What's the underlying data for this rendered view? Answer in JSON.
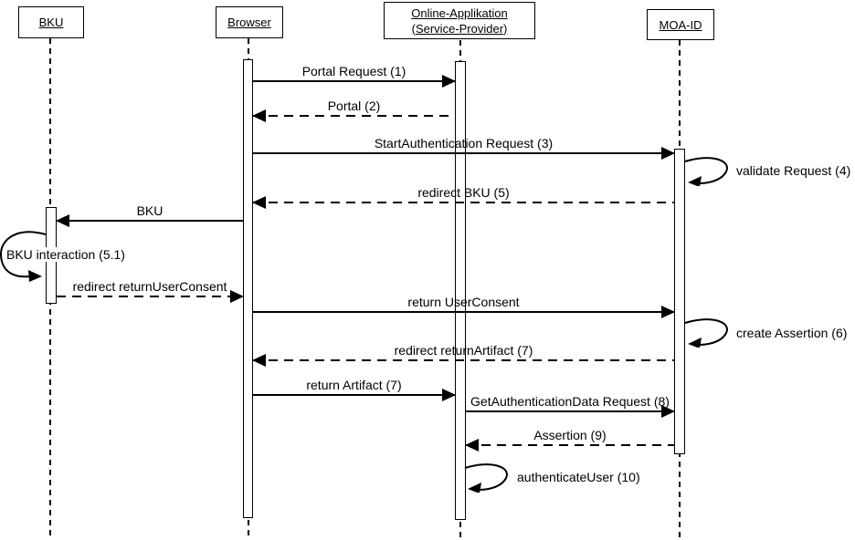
{
  "diagram_type": "uml-sequence",
  "actors": [
    {
      "id": "bku",
      "label": "BKU"
    },
    {
      "id": "browser",
      "label": "Browser"
    },
    {
      "id": "online_app",
      "label": "Online-Applikation (Service-Provider)"
    },
    {
      "id": "moa_id",
      "label": "MOA-ID"
    }
  ],
  "messages": [
    {
      "label": "Portal Request (1)",
      "from": "Browser",
      "to": "Online-Applikation (Service-Provider)",
      "line": "solid",
      "kind": "call"
    },
    {
      "label": "Portal (2)",
      "from": "Online-Applikation (Service-Provider)",
      "to": "Browser",
      "line": "dashed",
      "kind": "return"
    },
    {
      "label": "StartAuthentication Request (3)",
      "from": "Browser",
      "to": "MOA-ID",
      "line": "solid",
      "kind": "call"
    },
    {
      "label": "validate Request (4)",
      "from": "MOA-ID",
      "to": "MOA-ID",
      "line": "solid",
      "kind": "self"
    },
    {
      "label": "redirect BKU (5)",
      "from": "MOA-ID",
      "to": "Browser",
      "line": "dashed",
      "kind": "return"
    },
    {
      "label": "BKU",
      "from": "Browser",
      "to": "BKU",
      "line": "solid",
      "kind": "call"
    },
    {
      "label": "BKU interaction (5.1)",
      "from": "BKU",
      "to": "BKU",
      "line": "solid",
      "kind": "self"
    },
    {
      "label": "redirect returnUserConsent",
      "from": "BKU",
      "to": "Browser",
      "line": "dashed",
      "kind": "return"
    },
    {
      "label": "return UserConsent",
      "from": "Browser",
      "to": "MOA-ID",
      "line": "solid",
      "kind": "call"
    },
    {
      "label": "create Assertion (6)",
      "from": "MOA-ID",
      "to": "MOA-ID",
      "line": "solid",
      "kind": "self"
    },
    {
      "label": "redirect returnArtifact (7)",
      "from": "MOA-ID",
      "to": "Browser",
      "line": "dashed",
      "kind": "return"
    },
    {
      "label": "return Artifact (7)",
      "from": "Browser",
      "to": "Online-Applikation (Service-Provider)",
      "line": "solid",
      "kind": "call"
    },
    {
      "label": "GetAuthenticationData Request (8)",
      "from": "Online-Applikation (Service-Provider)",
      "to": "MOA-ID",
      "line": "solid",
      "kind": "call"
    },
    {
      "label": "Assertion (9)",
      "from": "MOA-ID",
      "to": "Online-Applikation (Service-Provider)",
      "line": "dashed",
      "kind": "return"
    },
    {
      "label": "authenticateUser (10)",
      "from": "Online-Applikation (Service-Provider)",
      "to": "Online-Applikation (Service-Provider)",
      "line": "solid",
      "kind": "self"
    }
  ],
  "colors": {
    "line": "#000000",
    "background": "#ffffff"
  }
}
